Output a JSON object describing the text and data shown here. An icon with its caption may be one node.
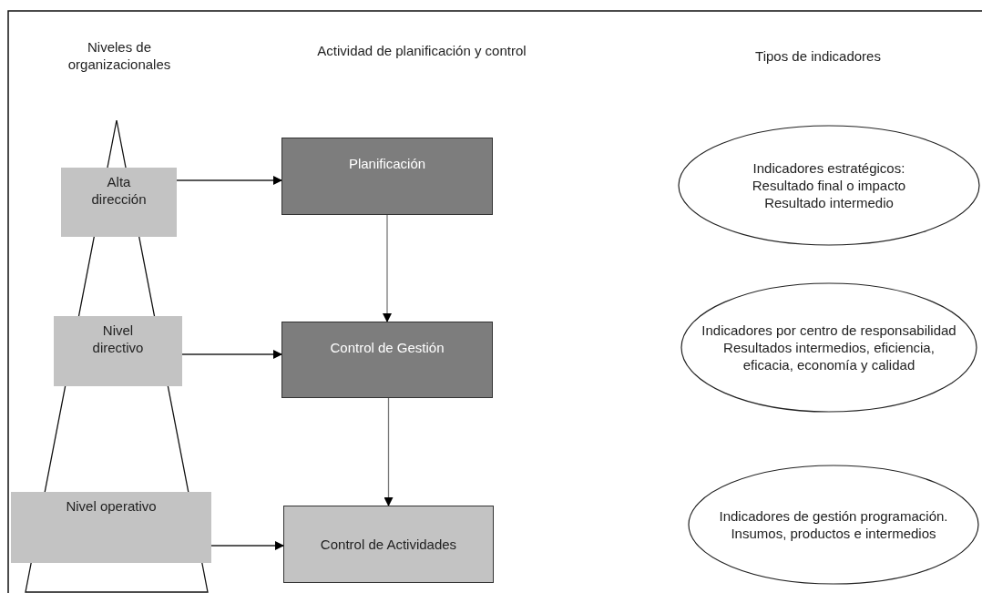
{
  "diagram": {
    "nodes": [
      {
        "text": [
          "Alta dirección"
        ]
      },
      {
        "text": [
          "Nivel directivo"
        ]
      },
      {
        "text": [
          "Nivel operativo"
        ]
      },
      {
        "text": [
          "Planificación"
        ]
      },
      {
        "text": [
          "Control de Gestión"
        ]
      },
      {
        "text": [
          "Control de Actividades"
        ]
      },
      {
        "text": [
          "Indicadores estratégicos:",
          "Resultado final o impacto",
          "Resultado intermedio"
        ]
      },
      {
        "text": [
          "Indicadores por centro de responsabilidad",
          "Resultados intermedios, eficiencia, eficacia, economía y calidad"
        ]
      },
      {
        "text": [
          "Indicadores de gestión programación.",
          "Insumos, productos e intermedios"
        ]
      }
    ],
    "edges": [
      {
        "from": 0,
        "to": 3,
        "arrow": "to"
      },
      {
        "from": 3,
        "to": 4,
        "arrow": "to"
      },
      {
        "from": 1,
        "to": 4,
        "arrow": "to"
      },
      {
        "from": 4,
        "to": 5,
        "arrow": "to"
      },
      {
        "from": 2,
        "to": 5,
        "arrow": "to"
      }
    ],
    "labels": [
      "Niveles de organizacionales",
      "Actividad de planificación y control",
      "Tipos de indicadores"
    ]
  }
}
